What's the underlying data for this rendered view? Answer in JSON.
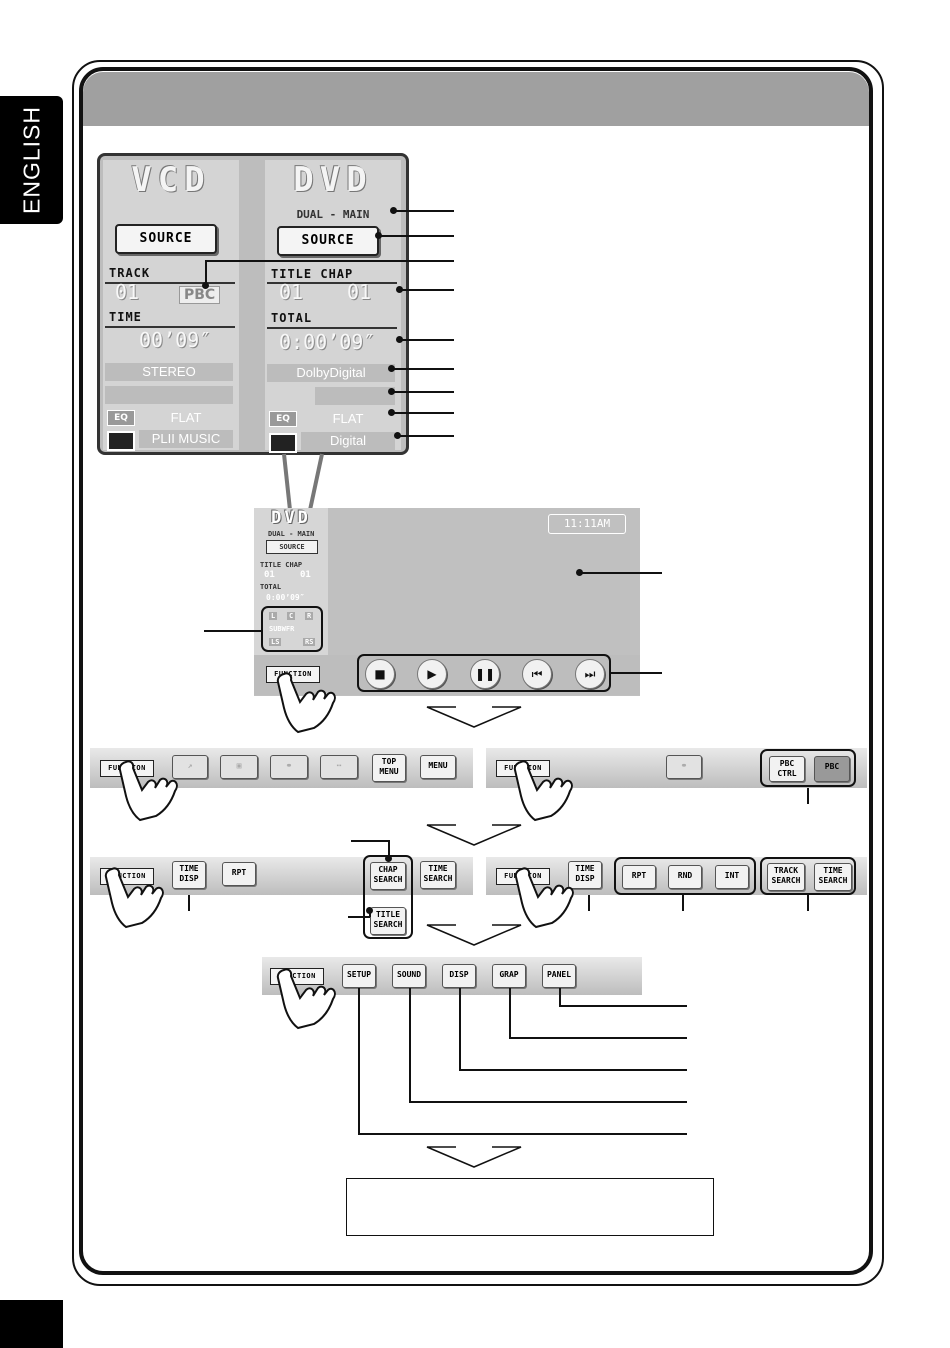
{
  "sidebar": {
    "language": "ENGLISH"
  },
  "zoom_panel": {
    "vcd": {
      "title": "VCD",
      "source_label": "SOURCE",
      "track_label": "TRACK",
      "track_value": "01",
      "pbc_label": "PBC",
      "time_label": "TIME",
      "time_value": "00’09″",
      "audio_label": "STEREO",
      "eq_label": "FLAT",
      "eq_icon": "EQ",
      "surround_label": "PLII MUSIC"
    },
    "dvd": {
      "title": "DVD",
      "mode_label": "DUAL - MAIN",
      "source_label": "SOURCE",
      "title_chap_label": "TITLE  CHAP",
      "title_value": "01",
      "chap_value": "01",
      "total_label": "TOTAL",
      "total_value": "0:00’09″",
      "audio_label": "DolbyDigital",
      "eq_label": "FLAT",
      "eq_icon": "EQ",
      "surround_label": "Digital"
    }
  },
  "monitor": {
    "panel_title": "DVD",
    "panel_mode": "DUAL - MAIN",
    "panel_source": "SOURCE",
    "panel_title_chap": "TITLE  CHAP",
    "panel_title_value": "01",
    "panel_chap_value": "01",
    "panel_total": "TOTAL",
    "panel_total_value": "0:00’09″",
    "speakers": [
      "L",
      "C",
      "R",
      "SUBWFR",
      "LS",
      "RS"
    ],
    "clock": "11:11AM",
    "function_label": "FUNCTION",
    "controls": [
      "stop-icon",
      "play-icon",
      "pause-icon",
      "prev-icon",
      "next-icon"
    ]
  },
  "bars": {
    "function_label": "FUNCTION",
    "dvd_menu": {
      "top_menu": "TOP\nMENU",
      "menu": "MENU"
    },
    "vcd_menu": {
      "pbc_ctrl": "PBC\nCTRL",
      "pbc": "PBC"
    },
    "dvd_search": {
      "time_disp": "TIME\nDISP",
      "rpt": "RPT",
      "chap_search": "CHAP\nSEARCH",
      "time_search": "TIME\nSEARCH",
      "title_search": "TITLE\nSEARCH"
    },
    "vcd_search": {
      "time_disp": "TIME\nDISP",
      "rpt": "RPT",
      "rnd": "RND",
      "int": "INT",
      "track_search": "TRACK\nSEARCH",
      "time_search": "TIME\nSEARCH"
    },
    "common": {
      "setup": "SETUP",
      "sound": "SOUND",
      "disp": "DISP",
      "grap": "GRAP",
      "panel": "PANEL"
    }
  }
}
